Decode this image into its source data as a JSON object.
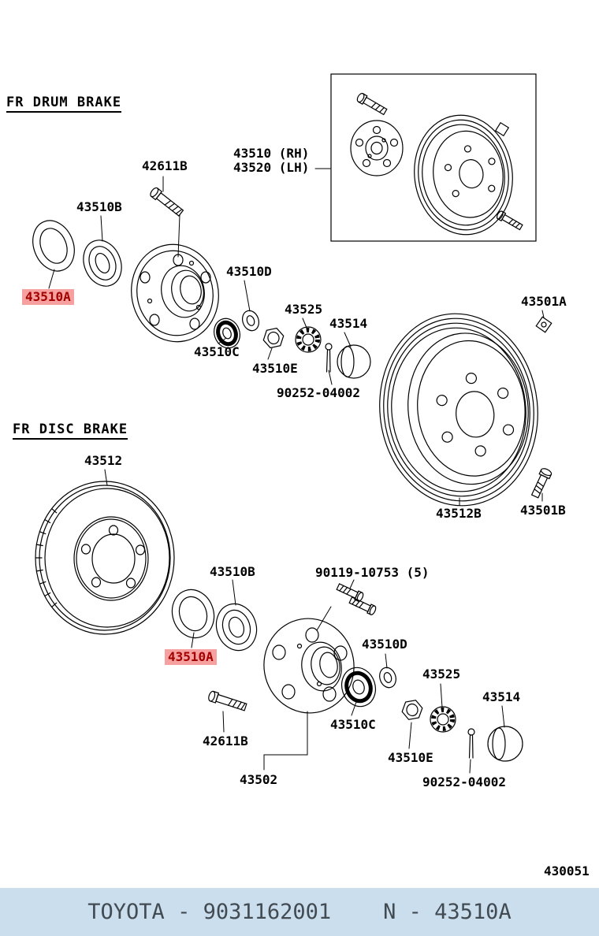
{
  "page": {
    "diagram_code": "430051"
  },
  "sections": {
    "drum_title": "FR DRUM BRAKE",
    "disc_title": "FR DISC BRAKE"
  },
  "labels": [
    {
      "text": "42611B"
    },
    {
      "text": "43510 (RH)"
    },
    {
      "text": "43520 (LH)"
    },
    {
      "text": "43510B"
    },
    {
      "text": "43510A",
      "highlight": true
    },
    {
      "text": "43510D"
    },
    {
      "text": "43525"
    },
    {
      "text": "43514"
    },
    {
      "text": "43501A"
    },
    {
      "text": "43510C"
    },
    {
      "text": "43510E"
    },
    {
      "text": "90252-04002"
    },
    {
      "text": "43512"
    },
    {
      "text": "43512B"
    },
    {
      "text": "43501B"
    },
    {
      "text": "43510B"
    },
    {
      "text": "90119-10753 (5)"
    },
    {
      "text": "43510A",
      "highlight": true
    },
    {
      "text": "43510D"
    },
    {
      "text": "43525"
    },
    {
      "text": "43514"
    },
    {
      "text": "43510C"
    },
    {
      "text": "42611B"
    },
    {
      "text": "43510E"
    },
    {
      "text": "43502"
    },
    {
      "text": "90252-04002"
    }
  ],
  "footer": {
    "left": "TOYOTA - 9031162001",
    "right": "N - 43510A"
  },
  "colors": {
    "highlight_bg": "#f6a0a0",
    "highlight_text": "#a30000",
    "footer_bg": "#cbdeee",
    "footer_text": "#424a52",
    "line": "#000000"
  }
}
